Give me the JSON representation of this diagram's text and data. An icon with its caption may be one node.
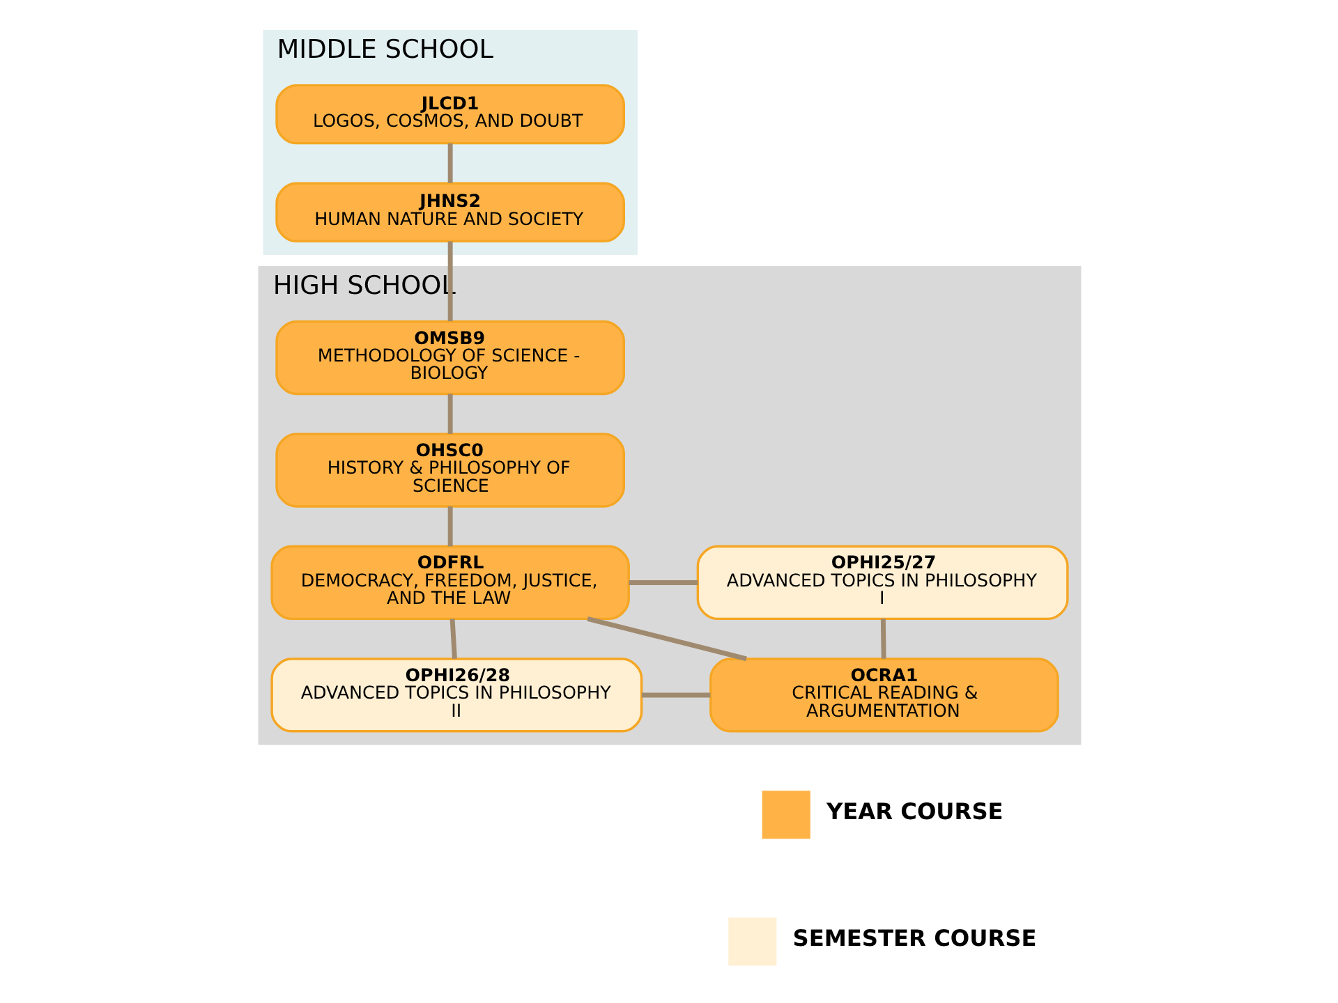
{
  "diagram": {
    "nodes": [
      {
        "text": [
          "MIDDLE SCHOOL"
        ]
      },
      {
        "text": [
          "JLCD1",
          "LOGOS, COSMOS, AND DOUBT"
        ],
        "in": 0
      },
      {
        "text": [
          "JHNS2",
          "HUMAN NATURE AND SOCIETY"
        ],
        "in": 0
      },
      {
        "text": [
          "HIGH SCHOOL"
        ]
      },
      {
        "text": [
          "OMSB9",
          "METHODOLOGY OF SCIENCE - BIOLOGY"
        ],
        "in": 3
      },
      {
        "text": [
          "OHSC0",
          "HISTORY & PHILOSOPHY OF SCIENCE"
        ],
        "in": 3
      },
      {
        "text": [
          "ODFRL",
          "DEMOCRACY, FREEDOM, JUSTICE, AND THE LAW"
        ],
        "in": 3
      },
      {
        "text": [
          "OCRA1",
          "CRITICAL READING & ARGUMENTATION"
        ],
        "in": 3
      },
      {
        "text": [
          "OPHI25/27",
          "ADVANCED TOPICS IN PHILOSOPHY I"
        ],
        "in": 3
      },
      {
        "text": [
          "OPHI26/28",
          "ADVANCED TOPICS IN PHILOSOPHY II"
        ],
        "in": 3
      }
    ],
    "edges": [
      {
        "from": 1,
        "to": 2,
        "arrow": "none"
      },
      {
        "from": 2,
        "to": 4,
        "arrow": "none"
      },
      {
        "from": 4,
        "to": 5,
        "arrow": "none"
      },
      {
        "from": 5,
        "to": 6,
        "arrow": "none"
      },
      {
        "from": 6,
        "to": 7,
        "arrow": "none"
      },
      {
        "from": 6,
        "to": 8,
        "arrow": "none"
      },
      {
        "from": 6,
        "to": 9,
        "arrow": "none"
      },
      {
        "from": 7,
        "to": 8,
        "arrow": "none"
      },
      {
        "from": 7,
        "to": 9,
        "arrow": "none"
      }
    ],
    "legend": [
      {
        "text": "YEAR COURSE",
        "color": "#ffb347"
      },
      {
        "text": "SEMESTER COURSE",
        "color": "#fff0d4"
      }
    ]
  }
}
